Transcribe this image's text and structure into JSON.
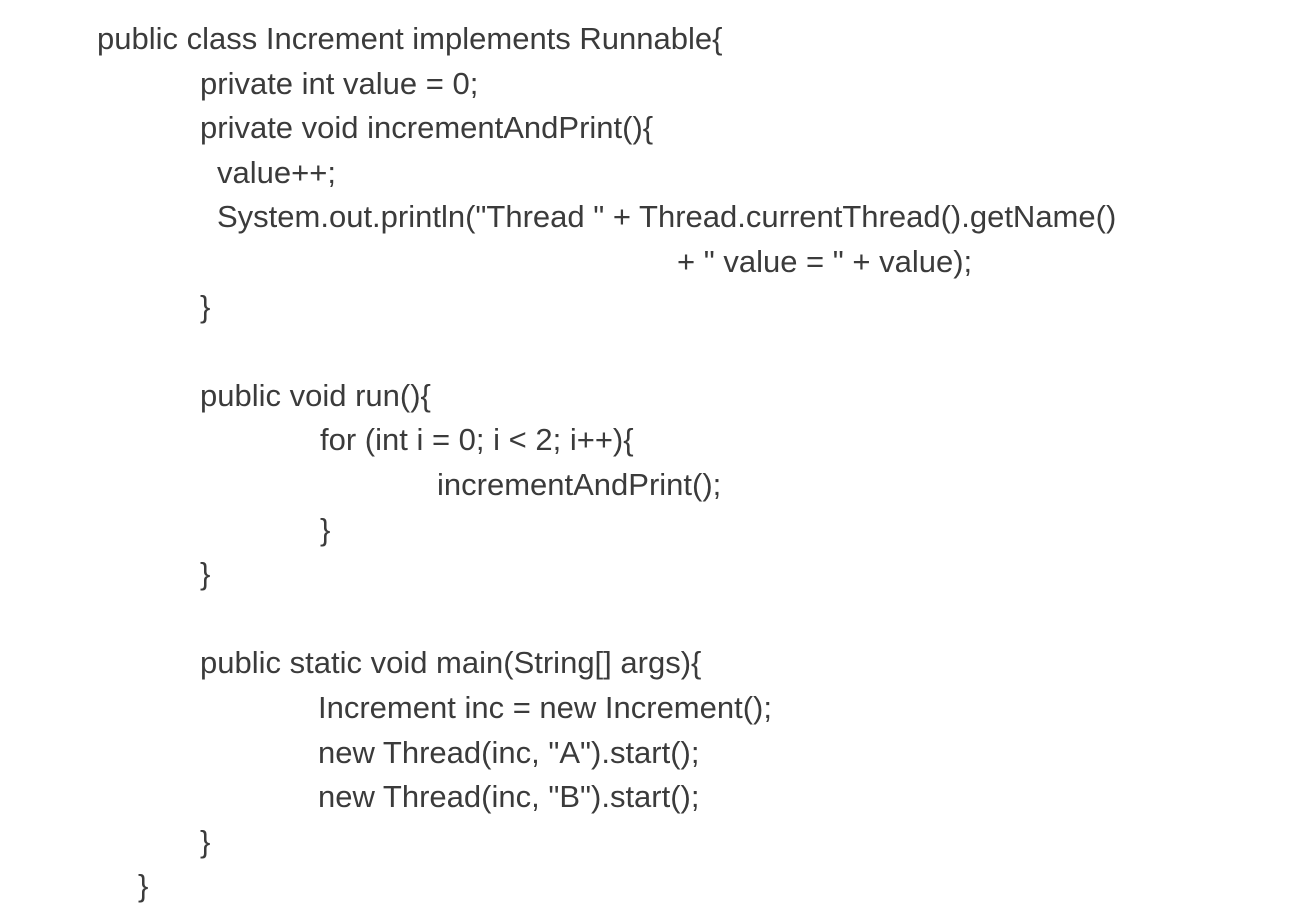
{
  "page": {
    "background_color": "#ffffff",
    "text_color": "#3b3b3b"
  },
  "code": {
    "language": "java",
    "lines": [
      {
        "indent": 0,
        "text": "public class Increment implements Runnable{"
      },
      {
        "indent": 103,
        "text": "private int value = 0;"
      },
      {
        "indent": 103,
        "text": "private void incrementAndPrint(){"
      },
      {
        "indent": 120,
        "text": "value++;"
      },
      {
        "indent": 120,
        "text": "System.out.println(\"Thread \" + Thread.currentThread().getName()"
      },
      {
        "indent": 580,
        "text": "+ \" value = \" + value);"
      },
      {
        "indent": 103,
        "text": "}"
      },
      {
        "indent": 0,
        "text": ""
      },
      {
        "indent": 103,
        "text": "public void run(){"
      },
      {
        "indent": 223,
        "text": "for (int i = 0; i < 2; i++){"
      },
      {
        "indent": 340,
        "text": "incrementAndPrint();"
      },
      {
        "indent": 223,
        "text": "}"
      },
      {
        "indent": 103,
        "text": "}"
      },
      {
        "indent": 0,
        "text": ""
      },
      {
        "indent": 103,
        "text": "public static void main(String[] args){"
      },
      {
        "indent": 221,
        "text": "Increment inc = new Increment();"
      },
      {
        "indent": 221,
        "text": "new Thread(inc, \"A\").start();"
      },
      {
        "indent": 221,
        "text": "new Thread(inc, \"B\").start();"
      },
      {
        "indent": 103,
        "text": "}"
      },
      {
        "indent": 41,
        "text": "}"
      }
    ]
  }
}
